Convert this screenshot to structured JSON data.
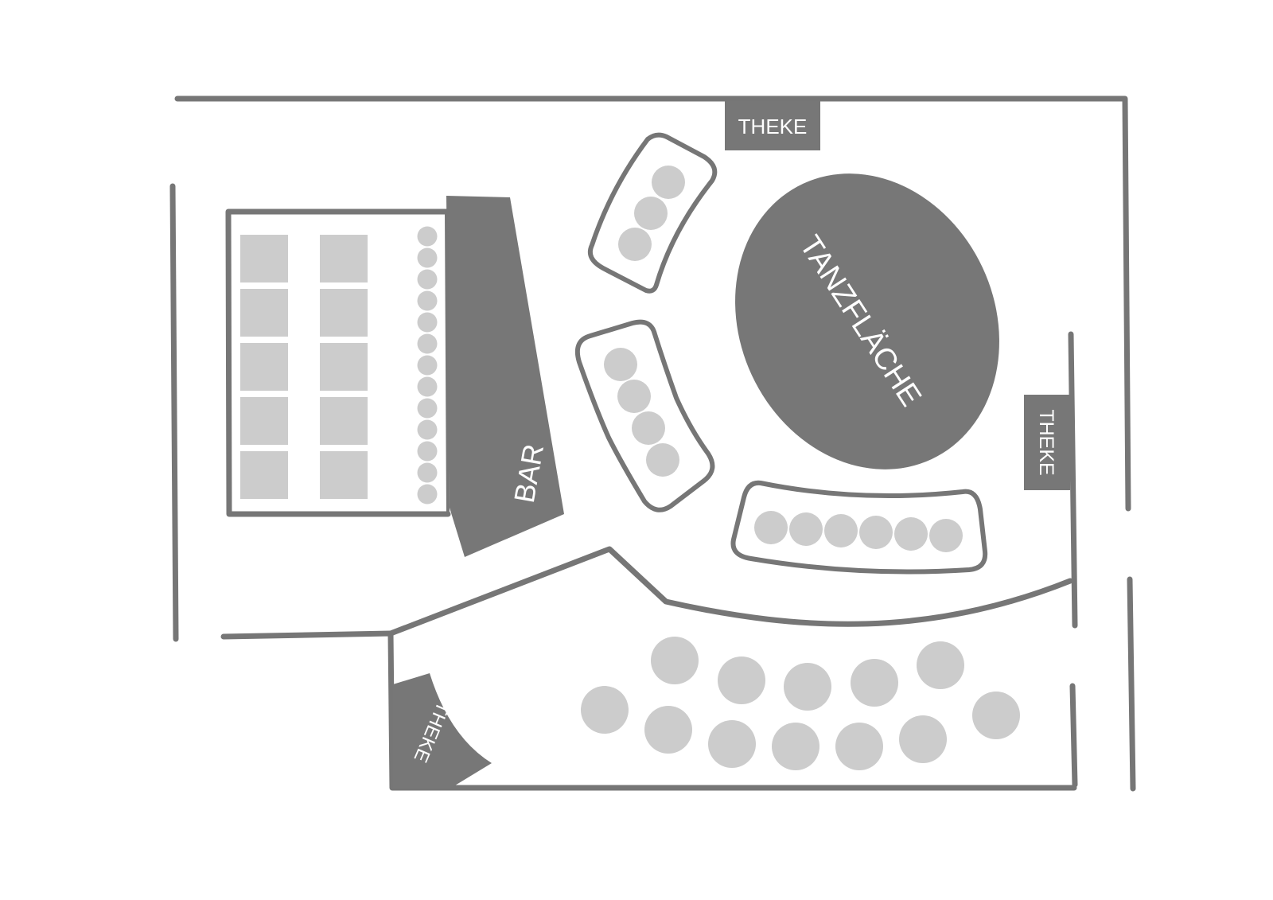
{
  "labels": {
    "theke_top": "THEKE",
    "theke_right": "THEKE",
    "theke_bottom": "THEKE",
    "bar": "BAR",
    "tanzflaeche": "TANZFLÄCHE"
  },
  "colors": {
    "wall": "#767676",
    "dark_fill": "#777777",
    "seat": "#cccccc",
    "background": "#ffffff"
  }
}
